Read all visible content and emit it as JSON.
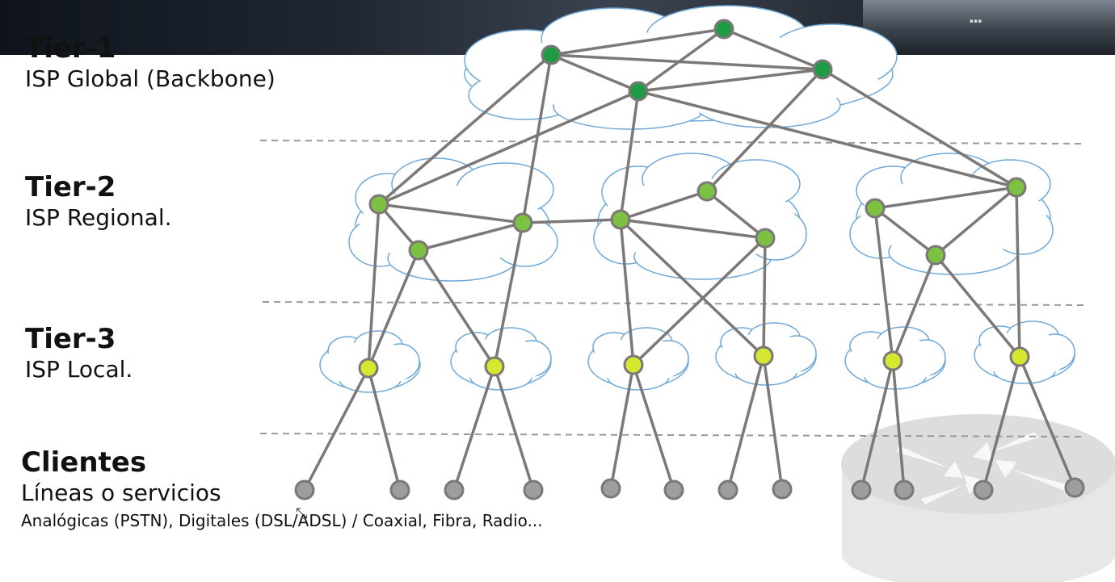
{
  "tiers": {
    "tier1": {
      "title": "Tier-1",
      "subtitle": "ISP Global (Backbone)"
    },
    "tier2": {
      "title": "Tier-2",
      "subtitle": "ISP Regional."
    },
    "tier3": {
      "title": "Tier-3",
      "subtitle": "ISP Local."
    },
    "clients": {
      "title": "Clientes",
      "subtitle": "Líneas o servicios",
      "detail": "Analógicas (PSTN), Digitales (DSL/ADSL) / Coaxial, Fibra, Radio..."
    }
  },
  "colors": {
    "tier1_node": "#1f9a45",
    "tier2_node": "#7cc142",
    "tier3_node": "#d4e830",
    "client_node": "#9e9e9e",
    "link": "#7d7878",
    "cloud_stroke": "#6ea8d8",
    "divider": "#9a9a9a"
  },
  "icons": {
    "background_router": "router-icon",
    "cursor": "resize-cursor-icon"
  }
}
